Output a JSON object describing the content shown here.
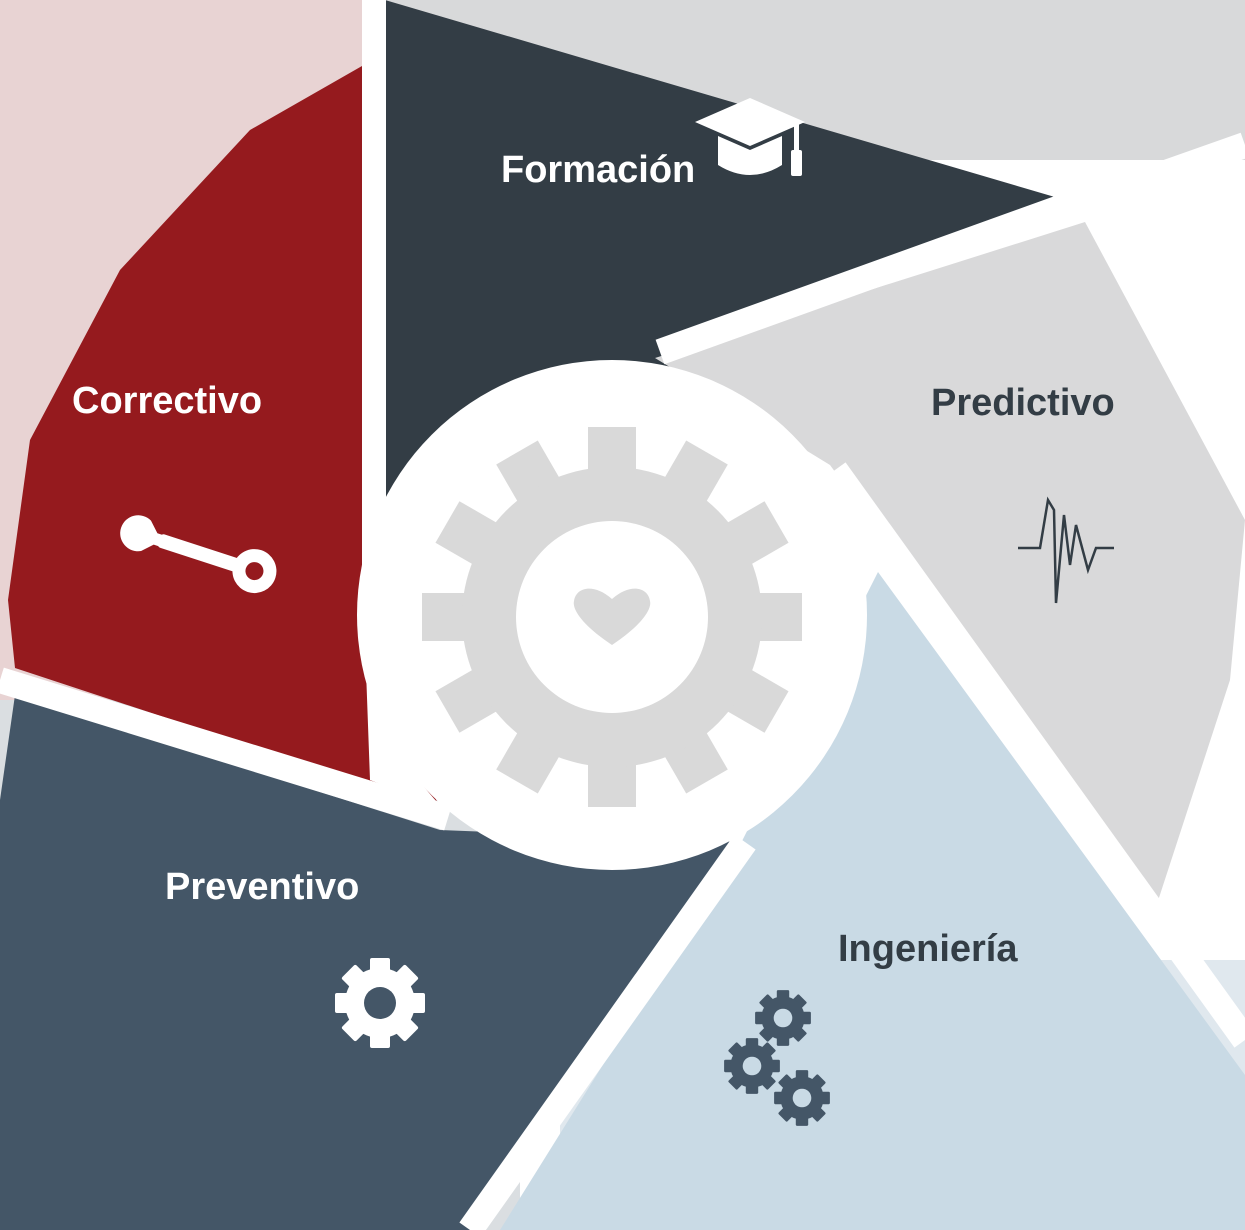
{
  "diagram": {
    "center_icon": "gear-with-heart-icon",
    "colors": {
      "formacion": "#333d45",
      "predictivo": "#d9d9da",
      "ingenieria": "#c9dae5",
      "preventivo": "#445667",
      "correctivo": "#951a1e",
      "center_gear": "#d9d9d9"
    },
    "segments": [
      {
        "key": "formacion",
        "label": "Formación",
        "icon": "graduation-cap-icon"
      },
      {
        "key": "predictivo",
        "label": "Predictivo",
        "icon": "heartbeat-line-icon"
      },
      {
        "key": "ingenieria",
        "label": "Ingeniería",
        "icon": "gears-cluster-icon"
      },
      {
        "key": "preventivo",
        "label": "Preventivo",
        "icon": "gear-icon"
      },
      {
        "key": "correctivo",
        "label": "Correctivo",
        "icon": "wrench-icon"
      }
    ]
  }
}
